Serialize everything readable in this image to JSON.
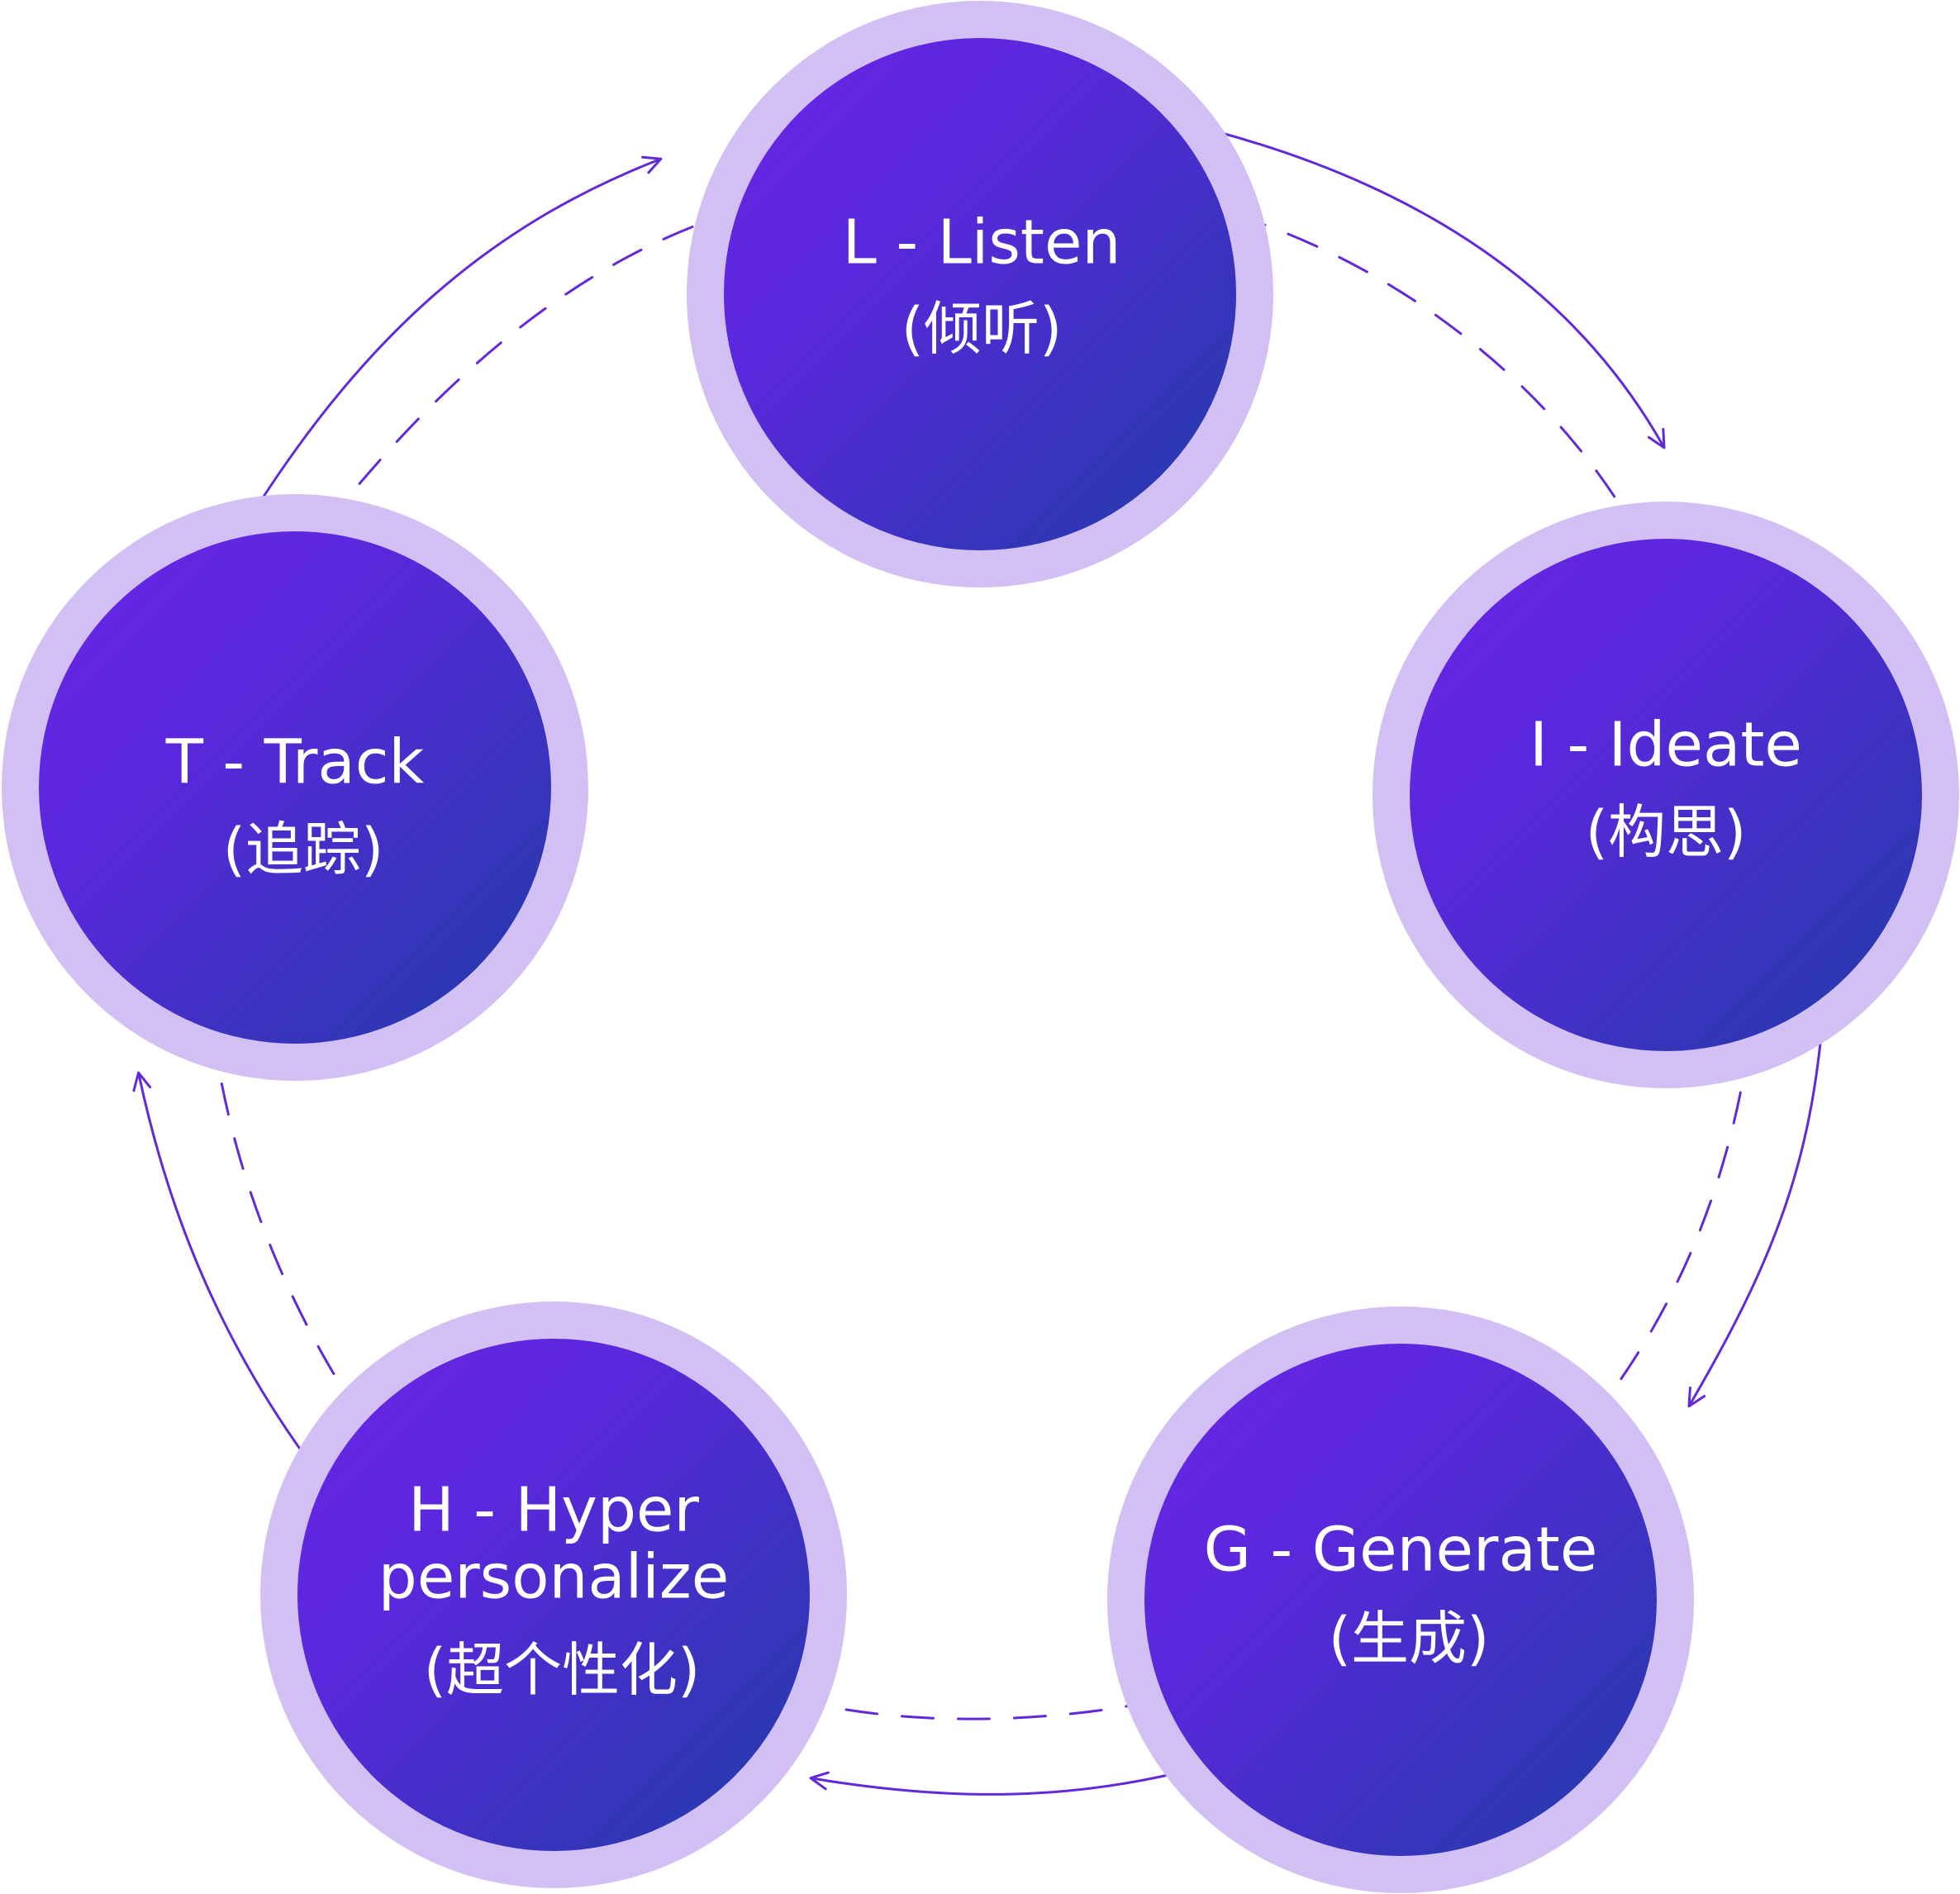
{
  "nodes": [
    {
      "id": "listen",
      "title": "L - Listen",
      "subtitle": "(倾听)"
    },
    {
      "id": "ideate",
      "title": "I - Ideate",
      "subtitle": "(构思)"
    },
    {
      "id": "generate",
      "title": "G - Generate",
      "subtitle": "(生成)"
    },
    {
      "id": "hyper",
      "title_line1": "H - Hyper",
      "title_line2": "personalize",
      "subtitle": "(超个性化)"
    },
    {
      "id": "track",
      "title": "T - Track",
      "subtitle": "(追踪)"
    }
  ],
  "colors": {
    "outer_ring": "#d2bff3",
    "gradient_start": "#6a25e6",
    "gradient_end": "#1f3ca6",
    "connector": "#6229d9"
  }
}
